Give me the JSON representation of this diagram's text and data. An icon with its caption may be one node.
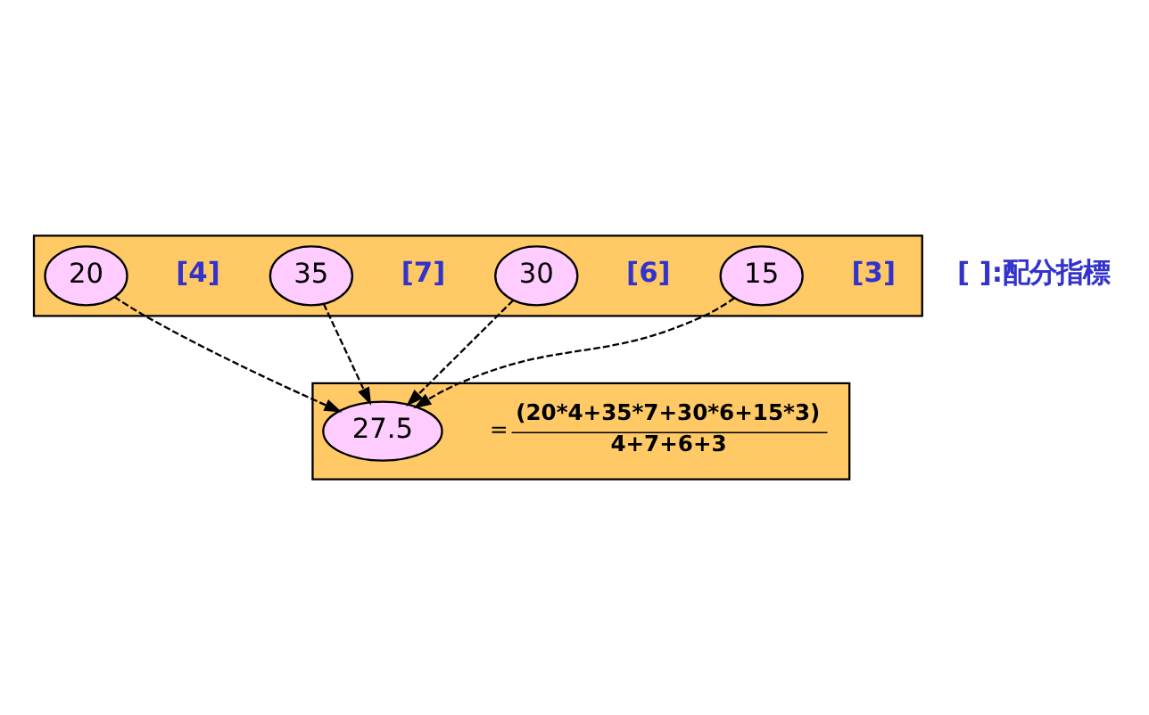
{
  "diagram": {
    "nodes": [
      {
        "text": [],
        "shape": "trapezoid"
      },
      {
        "text": [
          "35"
        ],
        "beside": [
          "[7]"
        ],
        "in": 0
      },
      {
        "text": [
          "15"
        ],
        "beside": [
          "[3]"
        ],
        "in": 0
      },
      {
        "text": [
          "30"
        ],
        "beside": [
          "[6]"
        ],
        "in": 0
      },
      {
        "text": [
          "20"
        ],
        "beside": [
          "[4]"
        ],
        "in": 0
      },
      {
        "text": [],
        "shape": "trapezoid"
      },
      {
        "text": [
          "27.5"
        ],
        "in": 5
      }
    ],
    "edges": [
      {
        "from": 1,
        "to": 6,
        "arrow": "to",
        "style": "dashed"
      },
      {
        "from": 2,
        "to": 6,
        "arrow": "to",
        "style": "dashed"
      },
      {
        "from": 3,
        "to": 6,
        "arrow": "to",
        "style": "dashed"
      },
      {
        "from": 4,
        "to": 6,
        "arrow": "to",
        "style": "dashed"
      }
    ],
    "labels": [
      "[ ]:配分指標",
      "=",
      "(20*4+35*7+30*6+15*3)",
      "4+7+6+3"
    ]
  }
}
